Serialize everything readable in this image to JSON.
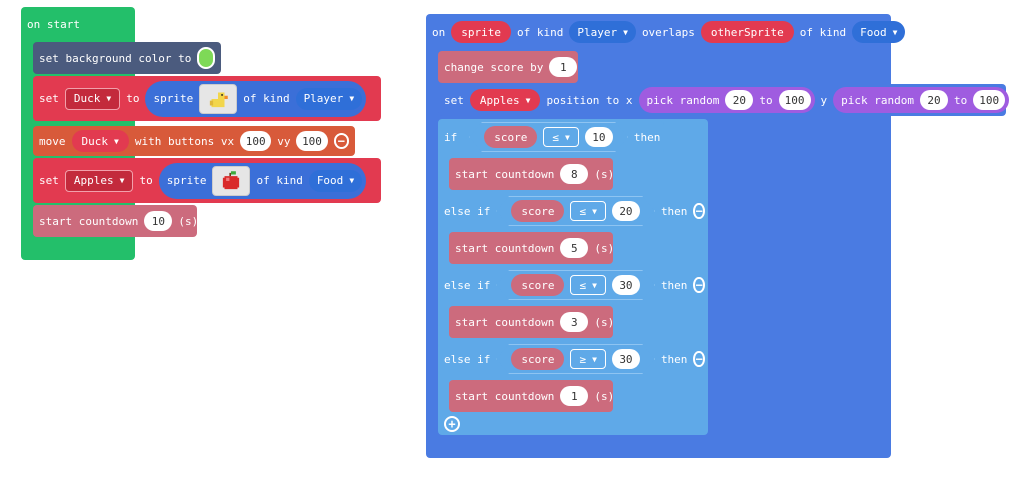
{
  "colors": {
    "event_green": "#23bf6a",
    "scene_dark": "#4b5b7e",
    "sprites_red": "#e23a50",
    "sprites_dark": "#c32a3c",
    "controller_orange": "#d85a3a",
    "info_pink": "#cc6b7d",
    "logic_blue": "#5fa9e8",
    "math_purple": "#9f5ce0",
    "event_dark_blue": "#4a7be2",
    "kind_blue": "#2f6fd8"
  },
  "on_start": {
    "header": "on start",
    "background": {
      "label": "set background color to",
      "swatch_color": "#7ed957"
    },
    "set_duck": {
      "set": "set",
      "var": "Duck",
      "to": "to",
      "sprite": "sprite",
      "of_kind": "of kind",
      "kind": "Player"
    },
    "move_duck": {
      "move": "move",
      "var": "Duck",
      "with_buttons": "with buttons vx",
      "vx": "100",
      "vy_label": "vy",
      "vy": "100"
    },
    "set_apples": {
      "set": "set",
      "var": "Apples",
      "to": "to",
      "sprite": "sprite",
      "of_kind": "of kind",
      "kind": "Food"
    },
    "countdown": {
      "label": "start countdown",
      "value": "10",
      "unit": "(s)"
    }
  },
  "overlap_event": {
    "on": "on",
    "sprite": "sprite",
    "of_kind_1": "of kind",
    "kind_1": "Player",
    "overlaps": "overlaps",
    "other": "otherSprite",
    "of_kind_2": "of kind",
    "kind_2": "Food",
    "change_score": {
      "label": "change score by",
      "value": "1"
    },
    "set_pos": {
      "set": "set",
      "var": "Apples",
      "position": "position to x",
      "pick_x": "pick random",
      "x_min": "20",
      "x_to": "to",
      "x_max": "100",
      "y": "y",
      "pick_y": "pick random",
      "y_min": "20",
      "y_to": "to",
      "y_max": "100"
    },
    "branches": [
      {
        "keyword": "if",
        "var": "score",
        "op": "≤",
        "value": "10",
        "then": "then",
        "countdown_label": "start countdown",
        "countdown": "8",
        "unit": "(s)"
      },
      {
        "keyword": "else if",
        "var": "score",
        "op": "≤",
        "value": "20",
        "then": "then",
        "countdown_label": "start countdown",
        "countdown": "5",
        "unit": "(s)"
      },
      {
        "keyword": "else if",
        "var": "score",
        "op": "≤",
        "value": "30",
        "then": "then",
        "countdown_label": "start countdown",
        "countdown": "3",
        "unit": "(s)"
      },
      {
        "keyword": "else if",
        "var": "score",
        "op": "≥",
        "value": "30",
        "then": "then",
        "countdown_label": "start countdown",
        "countdown": "1",
        "unit": "(s)"
      }
    ]
  }
}
